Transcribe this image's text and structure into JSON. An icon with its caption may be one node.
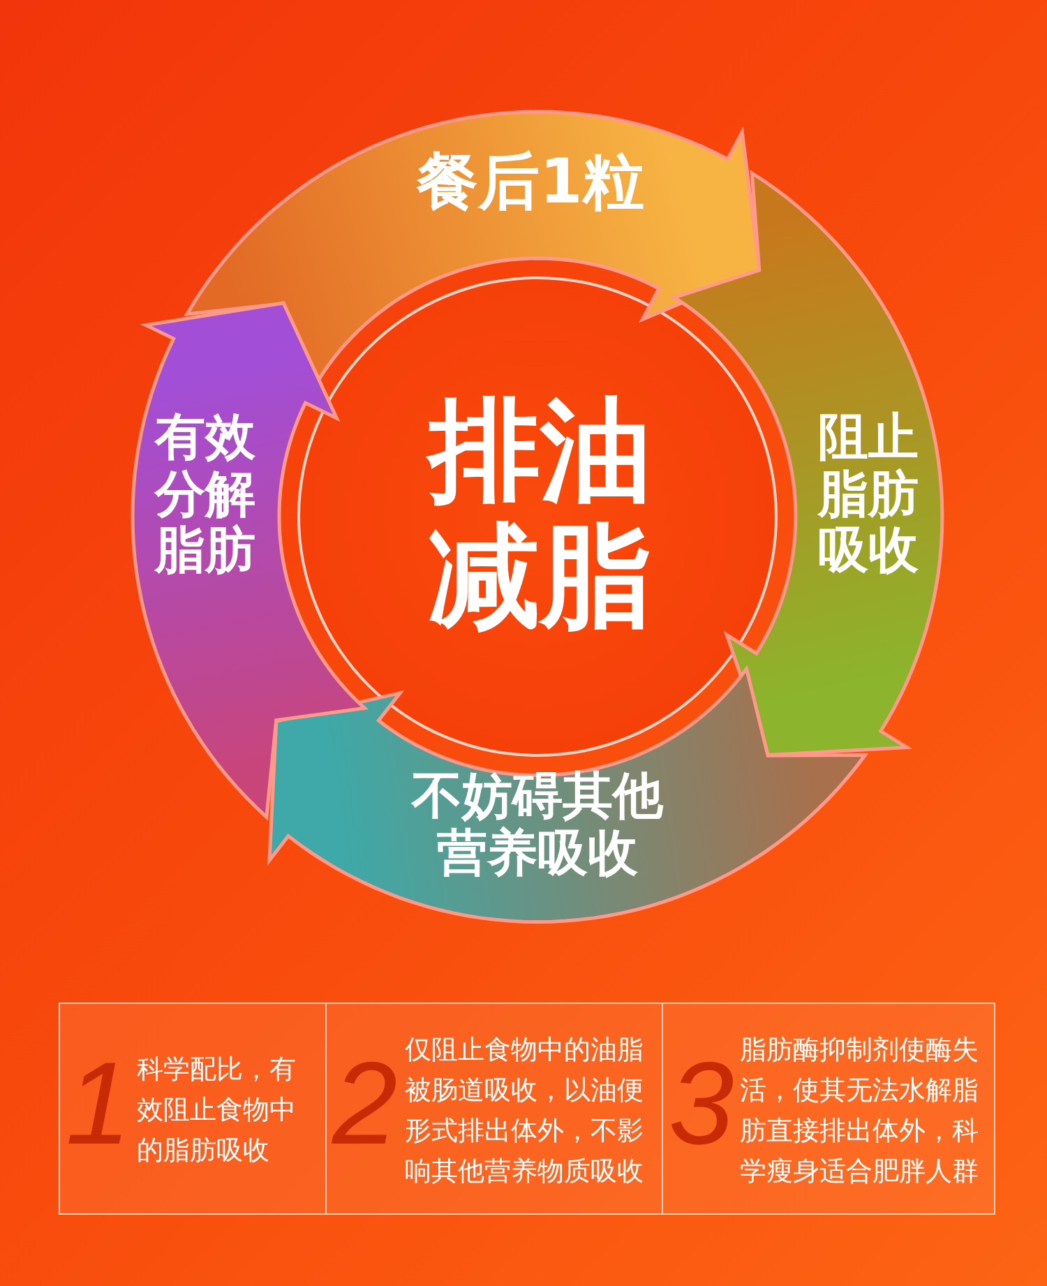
{
  "diagram": {
    "nodes": [
      {
        "text": [
          "排油减脂"
        ]
      },
      {
        "text": [
          "餐后1粒"
        ]
      },
      {
        "text": [
          "阻止脂肪吸收"
        ]
      },
      {
        "text": [
          "不妨碍其他营养吸收"
        ]
      },
      {
        "text": [
          "有效分解脂肪"
        ]
      },
      {
        "text": [
          "1",
          "科学配比，有效阻止食物中的脂肪吸收"
        ]
      },
      {
        "text": [
          "2",
          "仅阻止食物中的油脂被肠道吸收，以油便形式排出体外，不影响其他营养物质吸收"
        ]
      },
      {
        "text": [
          "3",
          "脂肪酶抑制剂使酶失活，使其无法水解脂肪直接排出体外，科学瘦身适合肥胖人群"
        ]
      }
    ]
  }
}
